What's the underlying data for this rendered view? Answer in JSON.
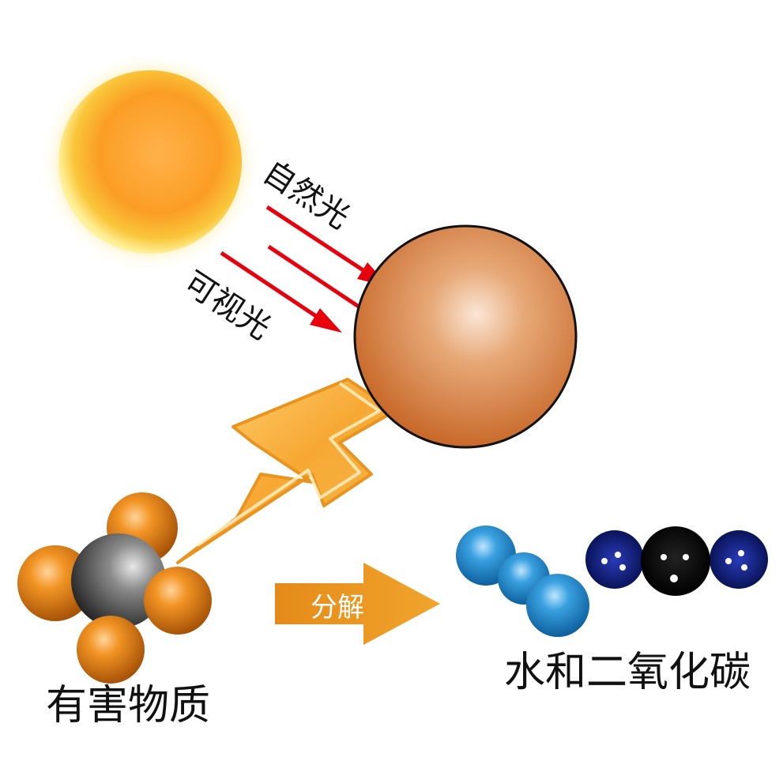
{
  "labels": {
    "natural_light": "自然光",
    "visible_light": "可视光",
    "decompose": "分解",
    "harmful_substance": "有害物质",
    "water_and_co2": "水和二氧化碳"
  },
  "colors": {
    "sun_core": "#fbb62f",
    "sun_glow": "#ffe68a",
    "catalyst": "#cf7a3c",
    "lightning": "#f5a623",
    "arrow": "#e8911f",
    "light_ray": "#e8000d",
    "water_molecule": "#2f94d6",
    "co2_oxygen": "#10218a",
    "co2_carbon": "#000000",
    "pollutant_ball": "#e07b14",
    "pollutant_center": "#6a6a6a"
  },
  "icons": {
    "sun": "sun-icon",
    "catalyst": "catalyst-sphere-icon",
    "lightning": "lightning-bolt-icon",
    "pollutant": "pollutant-molecule-icon",
    "water": "water-molecule-icon",
    "co2": "co2-molecule-icon"
  }
}
